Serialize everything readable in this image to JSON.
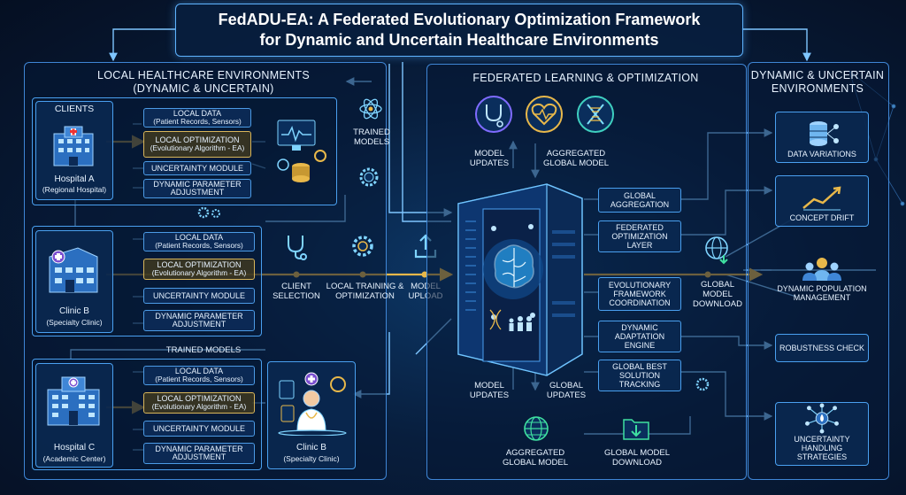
{
  "title": {
    "line1": "FedADU-EA: A Federated Evolutionary Optimization Framework",
    "line2": "for Dynamic and Uncertain Healthcare Environments"
  },
  "left_panel": {
    "heading_line1": "Local Healthcare Environments",
    "heading_line2": "(Dynamic & Uncertain)",
    "clients_label": "Clients",
    "trained_models_label": "Trained Models",
    "sites": [
      {
        "name": "Hospital A",
        "subtitle": "(Regional Hospital)",
        "modules": [
          {
            "title": "Local Data",
            "detail": "(Patient Records, Sensors)"
          },
          {
            "title": "Local Optimization",
            "detail": "(Evolutionary Algorithm - EA)"
          },
          {
            "title": "Uncertainty Module",
            "detail": ""
          },
          {
            "title": "Dynamic Parameter",
            "detail": "Adjustment"
          }
        ]
      },
      {
        "name": "Clinic B",
        "subtitle": "(Specialty Clinic)",
        "modules": [
          {
            "title": "Local Data",
            "detail": "(Patient Records, Sensors)"
          },
          {
            "title": "Local Optimization",
            "detail": "(Evolutionary Algorithm - EA)"
          },
          {
            "title": "Uncertainty Module",
            "detail": ""
          },
          {
            "title": "Dynamic Parameter",
            "detail": "Adjustment"
          }
        ]
      },
      {
        "name": "Hospital C",
        "subtitle": "(Academic Center)",
        "modules": [
          {
            "title": "Local Data",
            "detail": "(Patient Records, Sensors)"
          },
          {
            "title": "Local Optimization",
            "detail": "(Evolutionary Algorithm - EA)"
          },
          {
            "title": "Uncertainty Module",
            "detail": ""
          },
          {
            "title": "Dynamic Parameter",
            "detail": "Adjustment"
          }
        ]
      }
    ],
    "clinic_b_card": {
      "name": "Clinic B",
      "subtitle": "(Specialty Clinic)"
    }
  },
  "flow": {
    "trained_models": "Trained Models",
    "client_selection": "Client Selection",
    "local_training": "Local Training & Optimization",
    "model_upload": "Model Upload",
    "model_updates_top": "Model Updates",
    "aggregated_top": "Aggregated Global Model",
    "model_updates_bottom": "Model Updates",
    "global_updates": "Global Updates",
    "aggregated_bottom": "Aggregated Global Model",
    "global_model_download_right": "Global Model Download",
    "global_model_download_bottom": "Global Model Download"
  },
  "center_panel": {
    "heading": "Federated Learning & Optimization",
    "modules": [
      "Global Aggregation",
      "Federated Optimization Layer",
      "Evolutionary Framework Coordination",
      "Dynamic Adaptation Engine",
      "Global Best Solution Tracking"
    ]
  },
  "right_panel": {
    "heading_line1": "Dynamic & Uncertain",
    "heading_line2": "Environments",
    "items": [
      {
        "label": "Data Variations",
        "icon": "database-icon"
      },
      {
        "label": "Concept Drift",
        "icon": "trend-chart-icon"
      },
      {
        "label": "Dynamic Population Management",
        "icon": "people-icon"
      },
      {
        "label": "Robustness Check",
        "icon": ""
      },
      {
        "label": "Uncertainty Handling Strategies",
        "icon": "network-drop-icon"
      }
    ]
  },
  "colors": {
    "line": "#e8b84a",
    "border": "#4aa0f0",
    "accent": "#7fd4ff",
    "background": "#081e3d"
  }
}
